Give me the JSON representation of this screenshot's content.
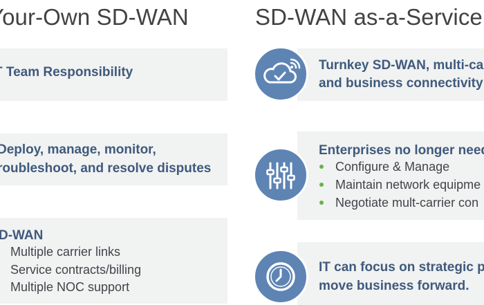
{
  "left": {
    "heading": "Your-Own SD-WAN",
    "box1": {
      "title": "T Team Responsibility"
    },
    "box2": {
      "line1": "Deploy, manage, monitor,",
      "line2": "roubleshoot, and resolve disputes"
    },
    "box3": {
      "title": "D-WAN",
      "items": [
        "Multiple carrier links",
        "Service contracts/billing",
        "Multiple NOC support"
      ]
    }
  },
  "right": {
    "heading": "SD-WAN as-a-Service",
    "box1": {
      "line1": "Turnkey SD-WAN, multi-car",
      "line2": "and business connectivity s",
      "icon": "cloud-check-icon"
    },
    "box2": {
      "title": "Enterprises no longer need",
      "items": [
        "Configure & Manage",
        "Maintain network equipme",
        "Negotiate mult-carrier con"
      ],
      "icon": "sliders-icon"
    },
    "box3": {
      "line1": "IT can focus on strategic pr",
      "line2": "move business forward.",
      "icon": "clock-icon"
    }
  },
  "colors": {
    "accent_blue": "#5e84b4",
    "text_blue": "#3f5a7c",
    "bullet_green": "#6ab04c",
    "panel_gray": "#f1f2f2"
  }
}
